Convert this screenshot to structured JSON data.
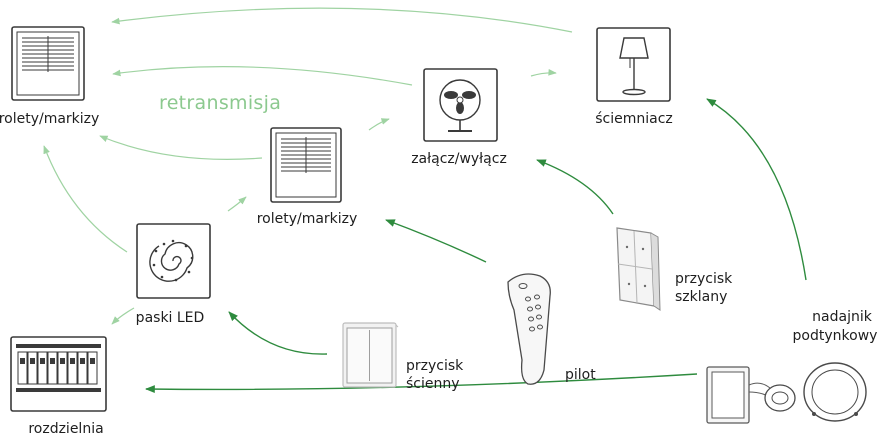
{
  "labels": {
    "retransmission": "retransmisja",
    "roller_blinds_left": "rolety/markizy",
    "roller_blinds_center": "rolety/markizy",
    "on_off": "załącz/wyłącz",
    "dimmer": "ściemniacz",
    "led_strips": "paski LED",
    "distribution_board": "rozdzielnia",
    "wall_button_line1": "przycisk",
    "wall_button_line2": "ścienny",
    "remote": "pilot",
    "glass_button_line1": "przycisk",
    "glass_button_line2": "szklany",
    "flush_transmitter_line1": "nadajnik",
    "flush_transmitter_line2": "podtynkowy"
  },
  "colors": {
    "control_arrow": "#2e8b3e",
    "retransmission_arrow": "#9fd3a2",
    "retransmission_text": "#8cc98f",
    "device_frame": "#3a3a3a"
  }
}
